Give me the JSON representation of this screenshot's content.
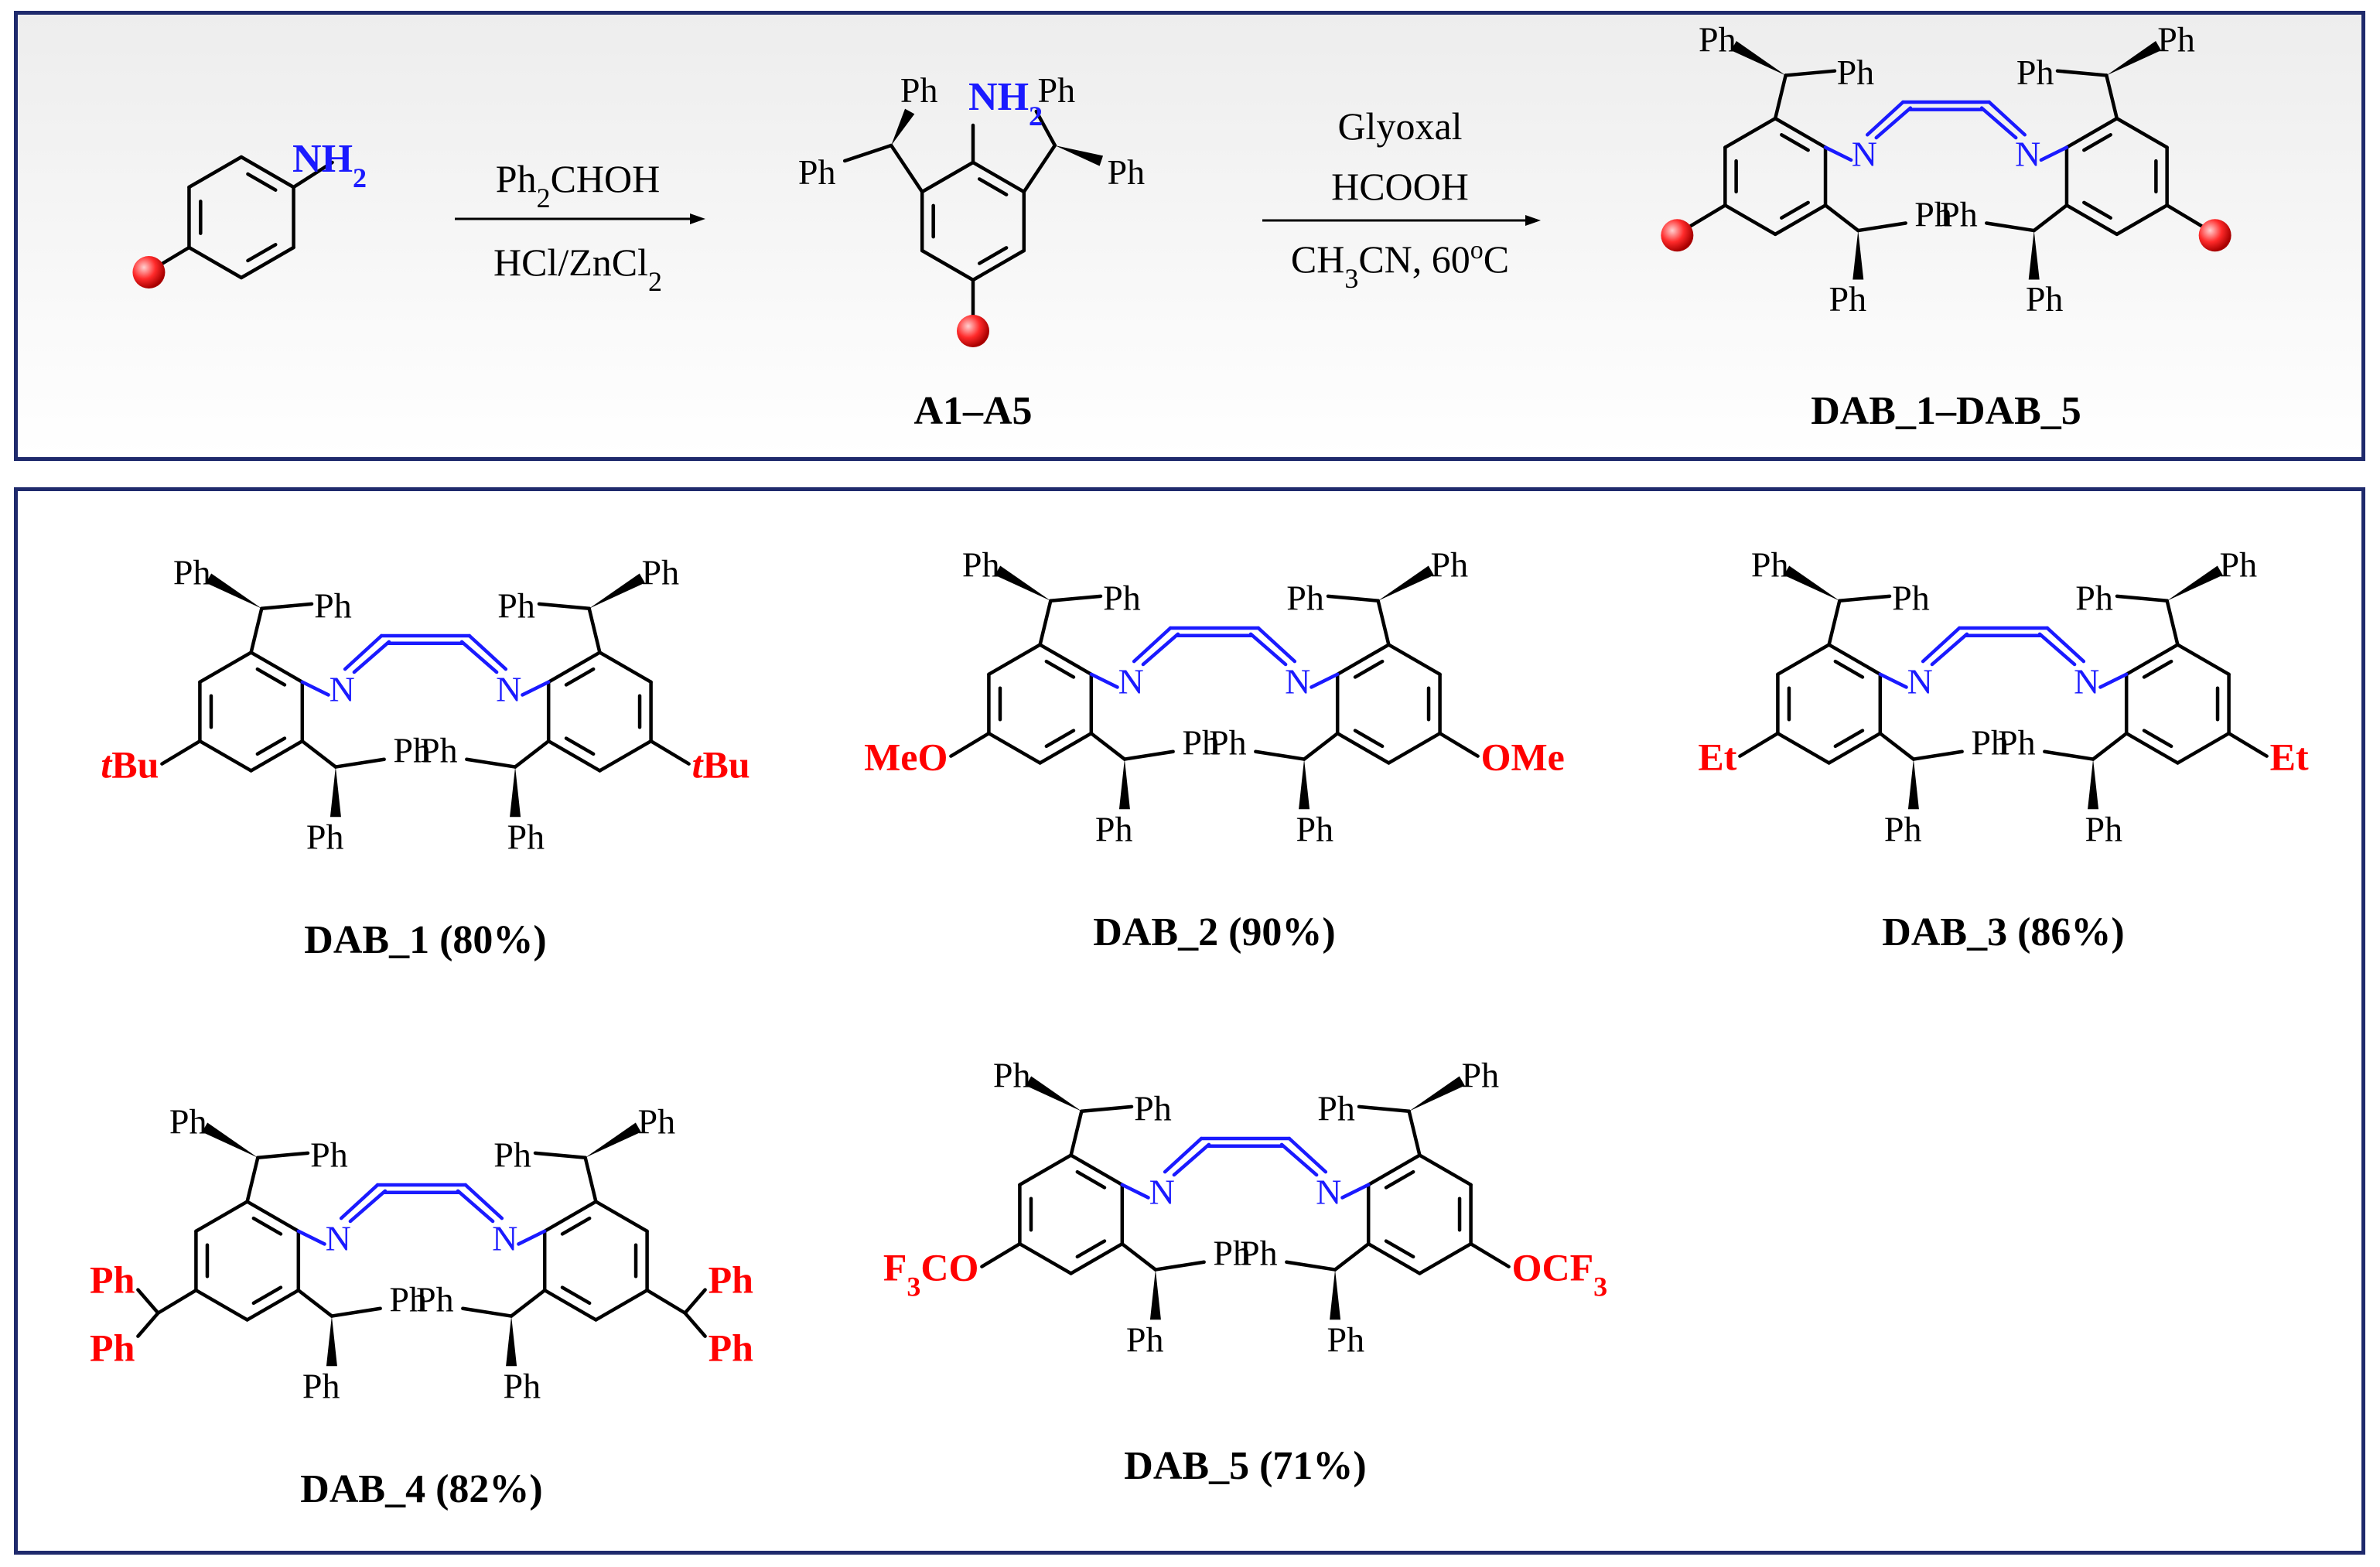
{
  "scheme": {
    "reagents_step1": {
      "line1": "Ph2CHOH",
      "line2": "HCl/ZnCl2"
    },
    "reagents_step2": {
      "line1": "Glyoxal",
      "line2": "HCOOH",
      "line3": "CH3CN, 60oC"
    },
    "start_group": "NH2",
    "aryl_label": "Ph",
    "n_label": "N",
    "intermediate_caption": "A1–A5",
    "product_caption": "DAB_1–DAB_5",
    "substituent_marker_color": "#ff2a2a"
  },
  "compounds": [
    {
      "caption": "DAB_1 (80%)",
      "left": "tBu",
      "right": "tBu"
    },
    {
      "caption": "DAB_2 (90%)",
      "left": "MeO",
      "right": "OMe"
    },
    {
      "caption": "DAB_3 (86%)",
      "left": "Et",
      "right": "Et"
    },
    {
      "caption": "DAB_4 (82%)",
      "left": "Ph/Ph",
      "right": "Ph/Ph"
    },
    {
      "caption": "DAB_5 (71%)",
      "left": "F3CO",
      "right": "OCF3"
    }
  ],
  "colors": {
    "border": "#1f2a6c",
    "nitrogen": "#1a1aff",
    "substituent": "#ff0000"
  }
}
